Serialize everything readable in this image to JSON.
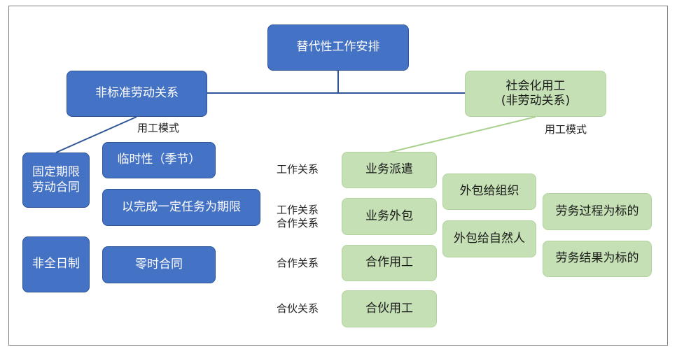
{
  "root": {
    "label": "替代性工作安排"
  },
  "left_branch": {
    "label": "非标准劳动关系",
    "mode_label": "用工模式",
    "items": [
      {
        "label": "固定期限劳动合同",
        "children": [
          "临时性（季节）",
          "以完成一定任务为期限"
        ]
      },
      {
        "label": "非全日制",
        "children": [
          "零时合同"
        ]
      }
    ]
  },
  "right_branch": {
    "label_line1": "社会化用工",
    "label_line2": "(非劳动关系)",
    "mode_label": "用工模式",
    "rows": [
      {
        "relation": "工作关系",
        "label": "业务派遣"
      },
      {
        "relation": "工作关系\n合作关系",
        "label": "业务外包"
      },
      {
        "relation": "合作关系",
        "label": "合作用工"
      },
      {
        "relation": "合伙关系",
        "label": "合伙用工"
      }
    ],
    "outsourcing": [
      "外包给组织",
      "外包给自然人"
    ],
    "targets": [
      "劳务过程为标的",
      "劳务结果为标的"
    ]
  },
  "colors": {
    "blue": "#4472c4",
    "green": "#c5e0b4",
    "connector_blue": "#2f5597",
    "connector_green": "#a9d18e"
  }
}
